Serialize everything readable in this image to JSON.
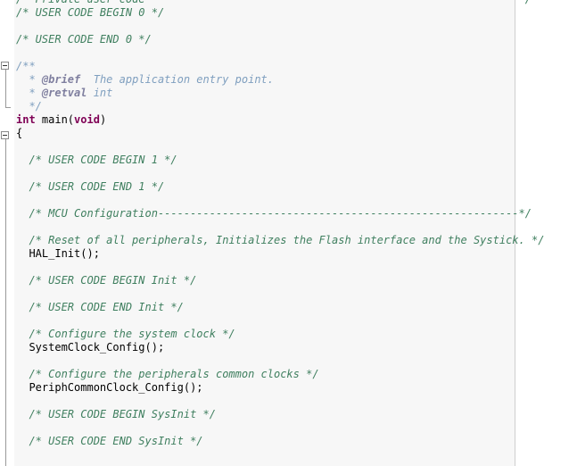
{
  "editor": {
    "lines": [
      {
        "type": "comment",
        "text": "/* Private user code ---------------------------------------------------------*/"
      },
      {
        "type": "comment",
        "text": "/* USER CODE BEGIN 0 */"
      },
      {
        "type": "blank",
        "text": ""
      },
      {
        "type": "comment",
        "text": "/* USER CODE END 0 */"
      },
      {
        "type": "blank",
        "text": ""
      },
      {
        "type": "doc",
        "text": "/**"
      },
      {
        "type": "doc_tag",
        "tag": "@brief",
        "text": "  The application entry point."
      },
      {
        "type": "doc_tag",
        "tag": "@retval",
        "text": " int"
      },
      {
        "type": "doc",
        "text": "  */"
      },
      {
        "type": "sig",
        "kw1": "int",
        "name": " main(",
        "kw2": "void",
        "close": ")"
      },
      {
        "type": "code",
        "text": "{"
      },
      {
        "type": "blank",
        "text": ""
      },
      {
        "type": "comment",
        "text": "  /* USER CODE BEGIN 1 */"
      },
      {
        "type": "blank",
        "text": ""
      },
      {
        "type": "comment",
        "text": "  /* USER CODE END 1 */"
      },
      {
        "type": "blank",
        "text": ""
      },
      {
        "type": "comment",
        "text": "  /* MCU Configuration--------------------------------------------------------*/"
      },
      {
        "type": "blank",
        "text": ""
      },
      {
        "type": "comment",
        "text": "  /* Reset of all peripherals, Initializes the Flash interface and the Systick. */"
      },
      {
        "type": "code",
        "text": "  HAL_Init();"
      },
      {
        "type": "blank",
        "text": ""
      },
      {
        "type": "comment",
        "text": "  /* USER CODE BEGIN Init */"
      },
      {
        "type": "blank",
        "text": ""
      },
      {
        "type": "comment",
        "text": "  /* USER CODE END Init */"
      },
      {
        "type": "blank",
        "text": ""
      },
      {
        "type": "comment",
        "text": "  /* Configure the system clock */"
      },
      {
        "type": "code",
        "text": "  SystemClock_Config();"
      },
      {
        "type": "blank",
        "text": ""
      },
      {
        "type": "comment",
        "text": "  /* Configure the peripherals common clocks */"
      },
      {
        "type": "code",
        "text": "  PeriphCommonClock_Config();"
      },
      {
        "type": "blank",
        "text": ""
      },
      {
        "type": "comment",
        "text": "  /* USER CODE BEGIN SysInit */"
      },
      {
        "type": "blank",
        "text": ""
      },
      {
        "type": "comment",
        "text": "  /* USER CODE END SysInit */"
      },
      {
        "type": "blank",
        "text": ""
      }
    ]
  }
}
